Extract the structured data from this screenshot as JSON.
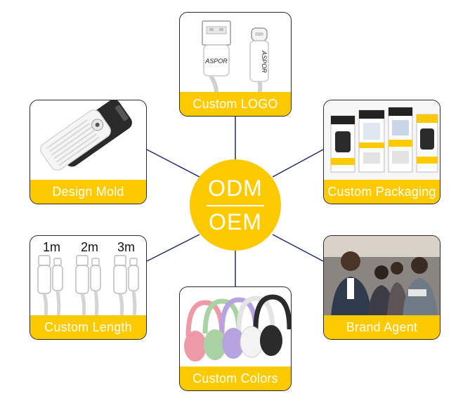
{
  "hub": {
    "top": "ODM",
    "bottom": "OEM"
  },
  "cards": {
    "custom_logo": {
      "label": "Custom LOGO",
      "brand": "ASPOR"
    },
    "design_mold": {
      "label": "Design Mold"
    },
    "custom_packaging": {
      "label": "Custom Packaging"
    },
    "custom_length": {
      "label": "Custom Length",
      "lengths": [
        "1m",
        "2m",
        "3m"
      ]
    },
    "brand_agent": {
      "label": "Brand Agent"
    },
    "custom_colors": {
      "label": "Custom Colors"
    }
  },
  "colors": {
    "accent": "#fdca00",
    "connector": "#1f2a6b",
    "border": "#2a2a2a",
    "headphone_colors": [
      "#ee9aa6",
      "#a9d3a3",
      "#b7a3e0",
      "#f3f3f3",
      "#2b2b2b"
    ]
  },
  "icons": [
    "usb-a-cable-icon",
    "usb-c-cable-icon",
    "power-bank-icon",
    "package-box-icon",
    "headphones-icon",
    "people-photo"
  ]
}
